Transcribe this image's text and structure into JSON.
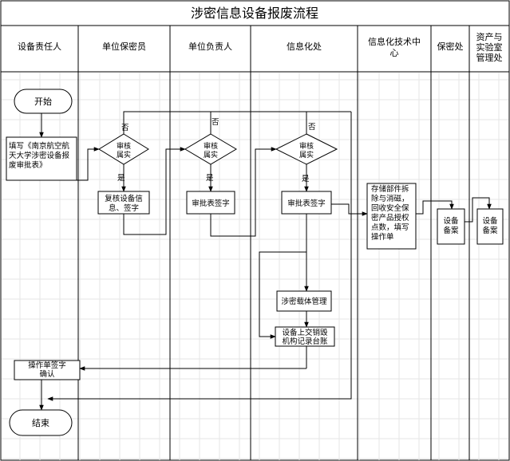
{
  "title": "涉密信息设备报废流程",
  "lanes": [
    {
      "id": "l0",
      "label": [
        "设备责任人"
      ]
    },
    {
      "id": "l1",
      "label": [
        "单位保密员"
      ]
    },
    {
      "id": "l2",
      "label": [
        "单位负责人"
      ]
    },
    {
      "id": "l3",
      "label": [
        "信息化处"
      ]
    },
    {
      "id": "l4",
      "label": [
        "信息化技术中",
        "心"
      ]
    },
    {
      "id": "l5",
      "label": [
        "保密处"
      ]
    },
    {
      "id": "l6",
      "label": [
        "资产与",
        "实验室",
        "管理处"
      ]
    }
  ],
  "nodes": {
    "start": "开始",
    "fill_form": [
      "填写《南京航空航",
      "天大学涉密设备报",
      "废审批表》"
    ],
    "review1": [
      "审核",
      "属实"
    ],
    "recheck": [
      "复核设备信",
      "息、签字"
    ],
    "review2": [
      "审核",
      "属实"
    ],
    "sign_unit": "审批表签字",
    "review3": [
      "审核",
      "属实"
    ],
    "sign_info": "审批表签字",
    "carrier_mgmt": "涉密载体管理",
    "submit_destroy": [
      "设备上交销毁",
      "机构记录台账"
    ],
    "dismantle": [
      "存储部件拆",
      "除与消磁，",
      "回收安全保",
      "密产品授权",
      "点数，填写",
      "操作单"
    ],
    "archive_secrecy": [
      "设备",
      "备案"
    ],
    "archive_asset": [
      "设备",
      "备案"
    ],
    "confirm": [
      "操作单签字",
      "确认"
    ],
    "end": "结束"
  },
  "labels": {
    "no": "否",
    "yes": "是"
  }
}
